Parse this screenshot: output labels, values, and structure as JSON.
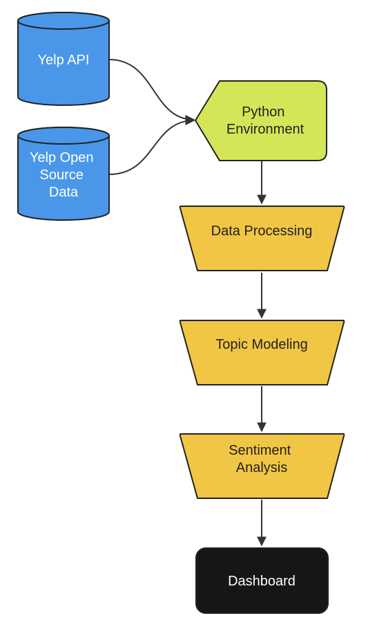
{
  "nodes": {
    "yelp_api": {
      "lines": [
        "Yelp API"
      ],
      "fill": "#4a97ea",
      "text_color": "#ffffff",
      "shape": "cylinder"
    },
    "yelp_open": {
      "lines": [
        "Yelp Open",
        "Source",
        "Data"
      ],
      "fill": "#4a97ea",
      "text_color": "#ffffff",
      "shape": "cylinder"
    },
    "python_env": {
      "lines": [
        "Python",
        "Environment"
      ],
      "fill": "#d4e657",
      "text_color": "#222222",
      "shape": "display"
    },
    "data_processing": {
      "lines": [
        "Data Processing"
      ],
      "fill": "#f1c644",
      "text_color": "#222222",
      "shape": "trapezoid"
    },
    "topic_modeling": {
      "lines": [
        "Topic Modeling"
      ],
      "fill": "#f1c644",
      "text_color": "#222222",
      "shape": "trapezoid"
    },
    "sentiment_analysis": {
      "lines": [
        "Sentiment",
        "Analysis"
      ],
      "fill": "#f1c644",
      "text_color": "#222222",
      "shape": "trapezoid"
    },
    "dashboard": {
      "lines": [
        "Dashboard"
      ],
      "fill": "#161616",
      "text_color": "#ffffff",
      "shape": "rounded-rect"
    }
  },
  "edges": [
    {
      "from": "yelp_api",
      "to": "python_env"
    },
    {
      "from": "yelp_open",
      "to": "python_env"
    },
    {
      "from": "python_env",
      "to": "data_processing"
    },
    {
      "from": "data_processing",
      "to": "topic_modeling"
    },
    {
      "from": "topic_modeling",
      "to": "sentiment_analysis"
    },
    {
      "from": "sentiment_analysis",
      "to": "dashboard"
    }
  ],
  "colors": {
    "outline": "#222222",
    "edge": "#333333"
  }
}
